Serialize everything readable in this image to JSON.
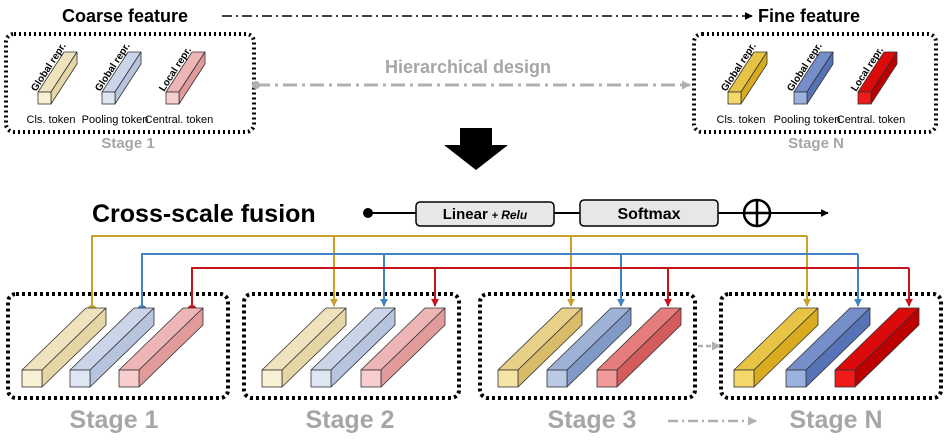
{
  "top": {
    "coarse_label": "Coarse feature",
    "fine_label": "Fine feature",
    "hierarchical_label": "Hierarchical design",
    "stage_first_label": "Stage 1",
    "stage_last_label": "Stage N",
    "token_rotated_labels": [
      "Global repr.",
      "Global repr.",
      "Local repr."
    ],
    "token_labels": [
      "Cls. token",
      "Pooling token",
      "Central. token"
    ]
  },
  "fusion": {
    "title": "Cross-scale fusion",
    "linear_label": "Linear",
    "plus_label": "+",
    "relu_label": "Relu",
    "softmax_label": "Softmax"
  },
  "bottom": {
    "stage_labels": [
      "Stage 1",
      "Stage 2",
      "Stage 3",
      "Stage N"
    ]
  },
  "colors": {
    "cls_line": "#C8A02C",
    "pool_line": "#3F83C5",
    "central_line": "#C7141C",
    "arrow_gray": "#B0B0B0",
    "stage_text_gray": "#A6A6A6",
    "light_cls": [
      "#F8F0D2",
      "#E6D6A6",
      "#EFE3BE"
    ],
    "light_pool": [
      "#DFE6F3",
      "#B7C4DE",
      "#CAD5EA"
    ],
    "light_central": [
      "#F7CDCD",
      "#E19B9B",
      "#EDB5B5"
    ],
    "mid_cls": [
      "#F6E3A6",
      "#D9BC6A",
      "#E9D089"
    ],
    "mid_pool": [
      "#B9C9E6",
      "#8199C6",
      "#9EB2D8"
    ],
    "mid_central": [
      "#F29A9A",
      "#D55C5C",
      "#E67D7D"
    ],
    "strong_cls": [
      "#F5D76B",
      "#D9AC1F",
      "#E8C446"
    ],
    "strong_pool": [
      "#9CB2DE",
      "#5573B6",
      "#768FCA"
    ],
    "strong_central": [
      "#F01A1A",
      "#BC0000",
      "#DC0A0A"
    ]
  }
}
